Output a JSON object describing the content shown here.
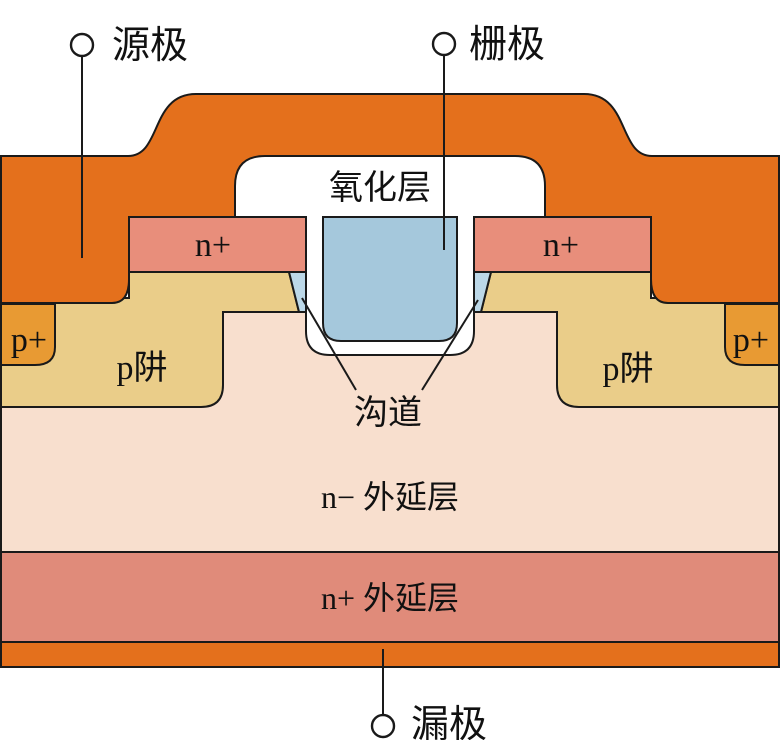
{
  "figure": {
    "kind": "semiconductor-device-cross-section"
  },
  "labels": {
    "source_terminal": "源极",
    "gate_terminal": "栅极",
    "drain_terminal": "漏极",
    "oxide_layer": "氧化层",
    "channel": "沟道",
    "n_plus_left": "n+",
    "n_plus_right": "n+",
    "p_plus_left": "p+",
    "p_plus_right": "p+",
    "p_well_left": "p阱",
    "p_well_right": "p阱",
    "n_minus_epi_layer": "n− 外延层",
    "n_plus_epi_layer": "n+ 外延层"
  },
  "colors": {
    "metal": "#E4701C",
    "n_plus": "#E88E7B",
    "n_plus_epi": "#E08B7A",
    "p_plus": "#E89A33",
    "p_well": "#EACD89",
    "n_minus_epi": "#F8DFCE",
    "channel": "#BCD8E8",
    "gate_poly": "#A5C8DC",
    "oxide": "#FFFFFF",
    "outline": "#1A1A1A"
  }
}
